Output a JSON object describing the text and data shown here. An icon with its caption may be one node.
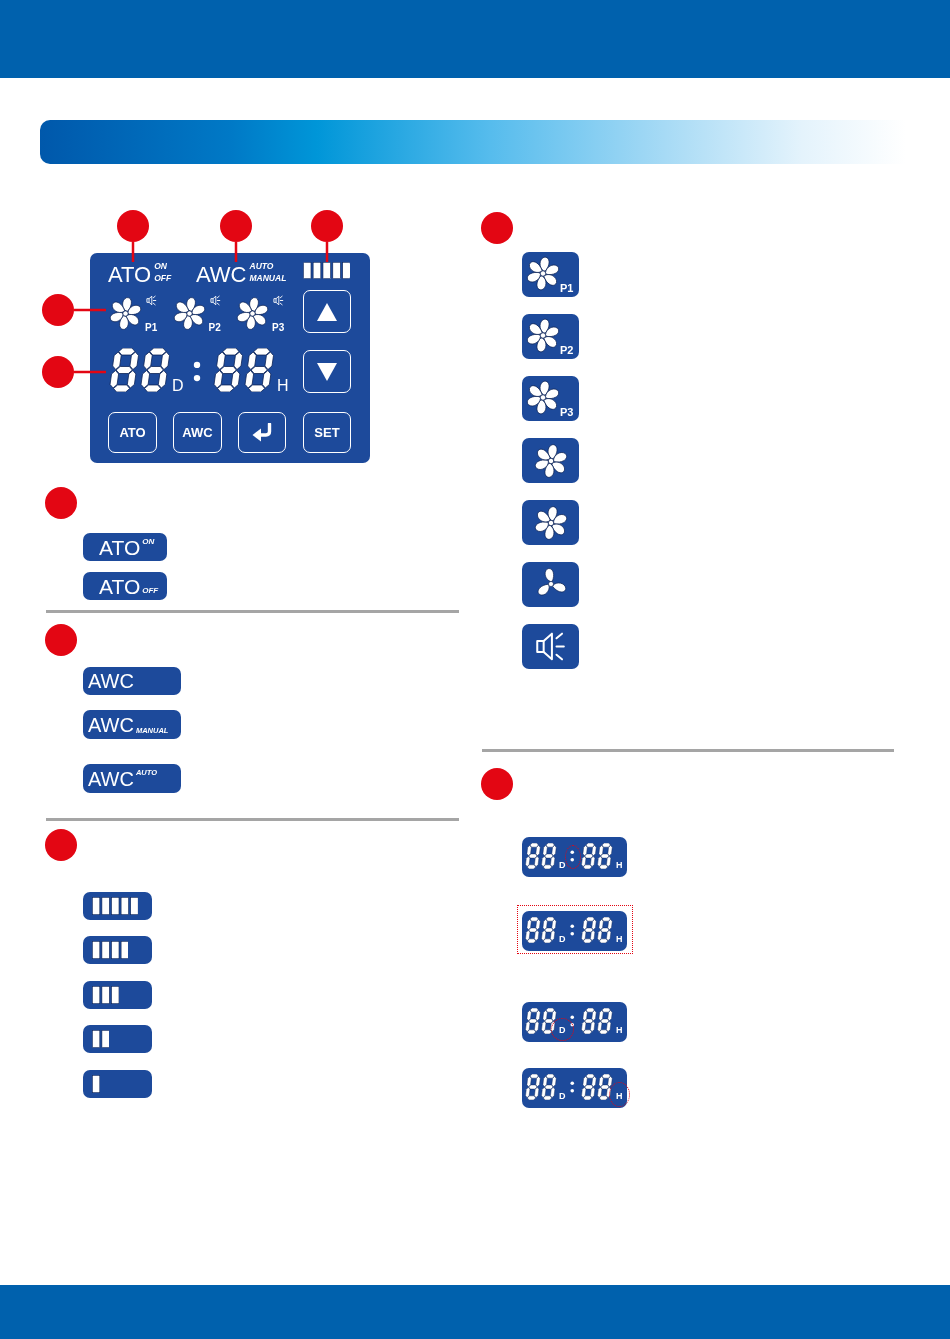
{
  "diagram": {
    "nodes": [
      {
        "text": [],
        "shape": "bar"
      },
      {
        "text": [],
        "shape": "circle"
      },
      {
        "text": [],
        "shape": "circle"
      },
      {
        "text": [],
        "shape": "circle"
      },
      {
        "text": [],
        "shape": "circle"
      },
      {
        "text": [],
        "shape": "circle"
      },
      {
        "text": [],
        "shape": "box"
      },
      {
        "text": [
          "ATO",
          "ON",
          "OFF"
        ],
        "in": 6
      },
      {
        "text": [
          "AWC",
          "AUTO",
          "MANUAL"
        ],
        "in": 6
      },
      {
        "text": [],
        "shape": "bar",
        "in": 6
      },
      {
        "text": [
          "P1",
          "P2",
          "P3"
        ],
        "in": 6
      },
      {
        "text": [],
        "shape": "box",
        "in": 6
      },
      {
        "text": [
          "D",
          "H"
        ],
        "in": 6
      },
      {
        "text": [],
        "shape": "box",
        "in": 6
      },
      {
        "text": [
          "ATO"
        ],
        "in": 6
      },
      {
        "text": [
          "AWC"
        ],
        "in": 6
      },
      {
        "text": [],
        "shape": "box",
        "in": 6
      },
      {
        "text": [
          "SET"
        ],
        "in": 6
      },
      {
        "text": [],
        "shape": "circle"
      },
      {
        "text": [
          "ATO",
          "ON"
        ]
      },
      {
        "text": [
          "ATO",
          "OFF"
        ]
      },
      {
        "text": [],
        "shape": "circle"
      },
      {
        "text": [
          "AWC"
        ]
      },
      {
        "text": [
          "AWC",
          "MANUAL"
        ]
      },
      {
        "text": [
          "AWC",
          "AUTO"
        ]
      },
      {
        "text": [],
        "shape": "circle"
      },
      {
        "text": [],
        "shape": "box"
      },
      {
        "text": [],
        "shape": "box"
      },
      {
        "text": [],
        "shape": "box"
      },
      {
        "text": [],
        "shape": "box"
      },
      {
        "text": [],
        "shape": "box"
      },
      {
        "text": [],
        "shape": "circle"
      },
      {
        "text": [
          "P1"
        ]
      },
      {
        "text": [
          "P2"
        ]
      },
      {
        "text": [
          "P3"
        ]
      },
      {
        "text": [],
        "shape": "box"
      },
      {
        "text": [],
        "shape": "box"
      },
      {
        "text": [],
        "shape": "box"
      },
      {
        "text": [],
        "shape": "box"
      },
      {
        "text": [],
        "shape": "circle"
      },
      {
        "text": [
          "D",
          "H"
        ]
      },
      {
        "text": [
          "D",
          "H"
        ]
      },
      {
        "text": [
          "D",
          "H"
        ]
      },
      {
        "text": [
          "D",
          "H"
        ]
      }
    ],
    "edges": [
      {
        "from": 1,
        "to": 7,
        "arrow": "none"
      },
      {
        "from": 2,
        "to": 8,
        "arrow": "none"
      },
      {
        "from": 3,
        "to": 9,
        "arrow": "none"
      },
      {
        "from": 4,
        "to": 10,
        "arrow": "none"
      },
      {
        "from": 5,
        "to": 12,
        "arrow": "none"
      }
    ]
  }
}
